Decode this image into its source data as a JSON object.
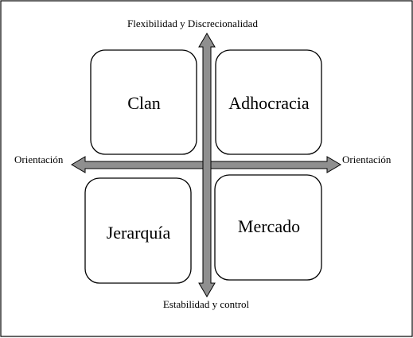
{
  "axes": {
    "top_label": "Flexibilidad y Discrecionalidad",
    "bottom_label": "Estabilidad y control",
    "left_label": "Orientación",
    "right_label": "Orientación"
  },
  "quadrants": {
    "top_left": "Clan",
    "top_right": "Adhocracia",
    "bottom_left": "Jerarquía",
    "bottom_right": "Mercado"
  },
  "colors": {
    "arrow_fill": "#8f8f8f",
    "outline": "#000000",
    "background": "#ffffff"
  }
}
